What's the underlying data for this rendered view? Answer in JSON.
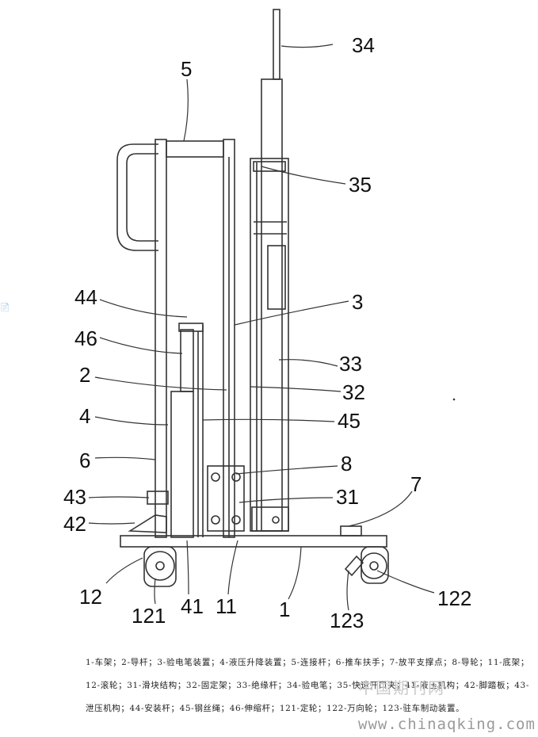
{
  "labels": {
    "l34": "34",
    "l5": "5",
    "l35": "35",
    "l44": "44",
    "l3": "3",
    "l46": "46",
    "l33": "33",
    "l2": "2",
    "l32": "32",
    "l4": "4",
    "l45": "45",
    "l6": "6",
    "l8": "8",
    "l43": "43",
    "l31": "31",
    "l7": "7",
    "l42": "42",
    "l12": "12",
    "l121": "121",
    "l41": "41",
    "l11": "11",
    "l1": "1",
    "l123": "123",
    "l122": "122"
  },
  "caption": "1-车架；2-导杆；3-验电笔装置；4-液压升降装置；5-连接杆；6-推车扶手；7-放平支撑点；8-导轮；11-底架；12-滚轮；31-滑块结构；32-固定架；33-绝缘杆；34-验电笔；35-快速开口夹；41-液压机构；42-脚踏板；43-泄压机构；44-安装杆；45-钢丝绳；46-伸缩杆；121-定轮；122-万向轮；123-驻车制动装置。",
  "watermark": {
    "cn": "中国期刊网",
    "url": "www.chinaqking.com"
  },
  "colors": {
    "line": "#333333",
    "caption": "#222222",
    "watermark": "#9a9a9a"
  }
}
